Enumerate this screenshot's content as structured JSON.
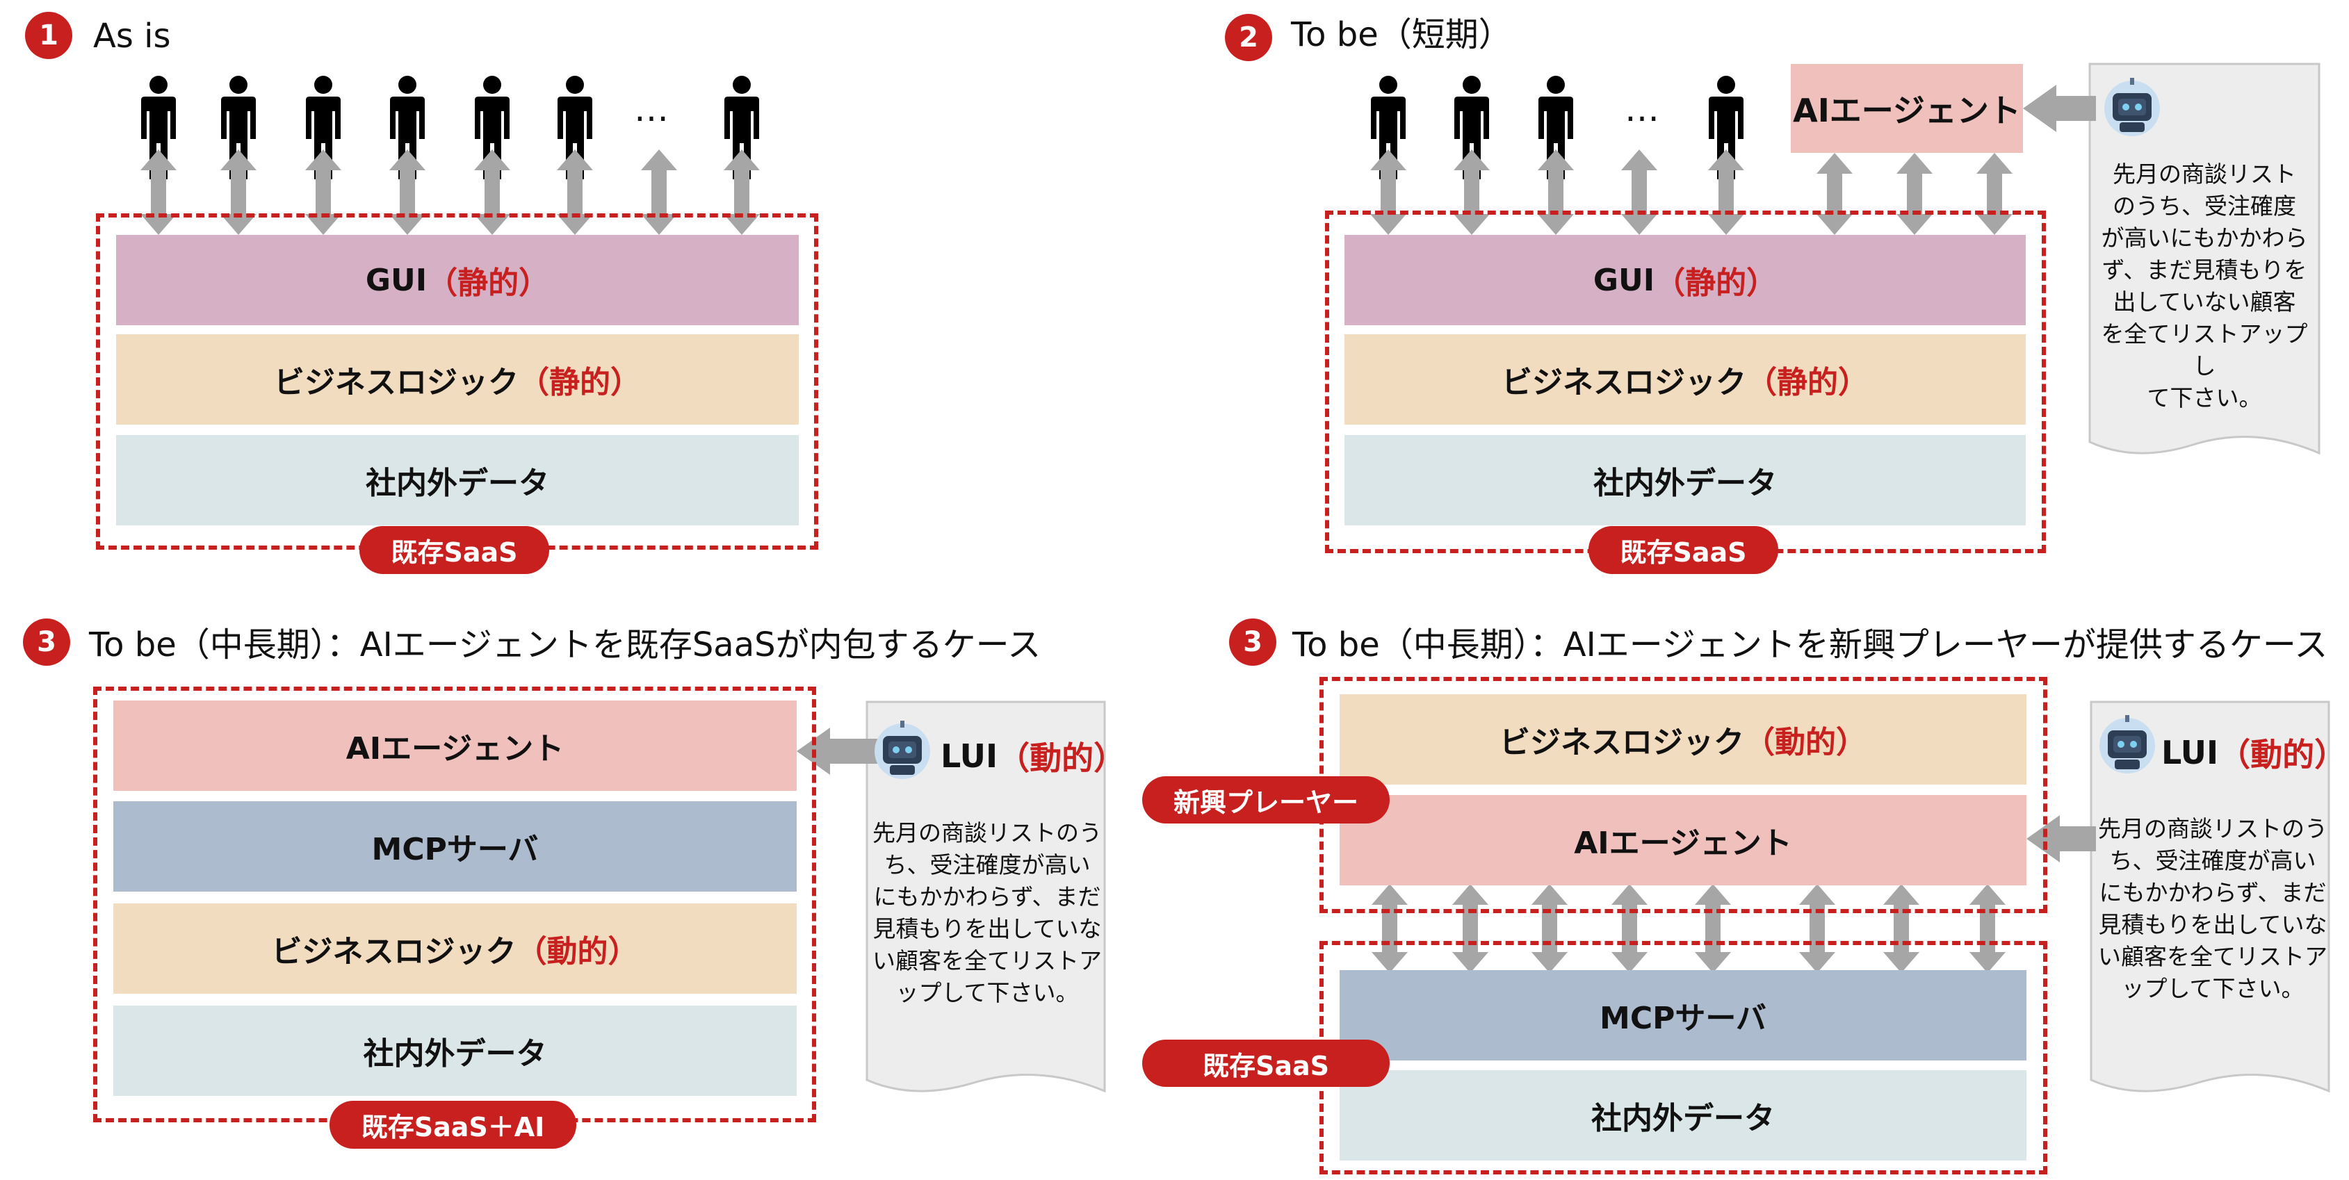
{
  "colors": {
    "accent_red": "#c8201f",
    "gui_layer": "#d6b1c6",
    "logic_layer": "#f2dcc0",
    "data_layer": "#dae6e8",
    "agent_layer": "#f0c0bc",
    "mcp_layer": "#adbbcf",
    "arrow_gray": "#a6a6a6",
    "note_gray": "#ededed"
  },
  "icons": [
    "person-icon",
    "robot-icon",
    "double-arrow-icon",
    "left-arrow-icon"
  ],
  "q1": {
    "badge": "1",
    "title": "As is",
    "ellipsis": "…",
    "gui_label": "GUI",
    "gui_tag": "（静的）",
    "logic_label": "ビジネスロジック",
    "logic_tag": "（静的）",
    "data_label": "社内外データ",
    "pill": "既存SaaS"
  },
  "q2": {
    "badge": "2",
    "title": "To be（短期）",
    "ellipsis": "…",
    "agent_label": "AIエージェント",
    "gui_label": "GUI",
    "gui_tag": "（静的）",
    "logic_label": "ビジネスロジック",
    "logic_tag": "（静的）",
    "data_label": "社内外データ",
    "pill": "既存SaaS",
    "note_lines": [
      "先月の商談リスト",
      "のうち、受注確度",
      "が高いにもかかわら",
      "ず、まだ見積もりを",
      "出していない顧客",
      "を全てリストアップし",
      "て下さい。"
    ]
  },
  "q3": {
    "badge": "3",
    "title": "To be（中長期）：AIエージェントを既存SaaSが内包するケース",
    "agent_label": "AIエージェント",
    "mcp_label": "MCPサーバ",
    "logic_label": "ビジネスロジック",
    "logic_tag": "（動的）",
    "data_label": "社内外データ",
    "pill": "既存SaaS＋AI",
    "lui_label": "LUI",
    "lui_tag": "（動的）",
    "note_lines": [
      "先月の商談リストのう",
      "ち、受注確度が高い",
      "にもかかわらず、まだ",
      "見積もりを出していな",
      "い顧客を全てリストア",
      "ップして下さい。"
    ]
  },
  "q4": {
    "badge": "3",
    "title": "To be（中長期）：AIエージェントを新興プレーヤーが提供するケース",
    "logic_label": "ビジネスロジック",
    "logic_tag": "（動的）",
    "agent_label": "AIエージェント",
    "mcp_label": "MCPサーバ",
    "data_label": "社内外データ",
    "pill_top": "新興プレーヤー",
    "pill_bottom": "既存SaaS",
    "lui_label": "LUI",
    "lui_tag": "（動的）",
    "note_lines": [
      "先月の商談リストのう",
      "ち、受注確度が高い",
      "にもかかわらず、まだ",
      "見積もりを出していな",
      "い顧客を全てリストア",
      "ップして下さい。"
    ]
  }
}
